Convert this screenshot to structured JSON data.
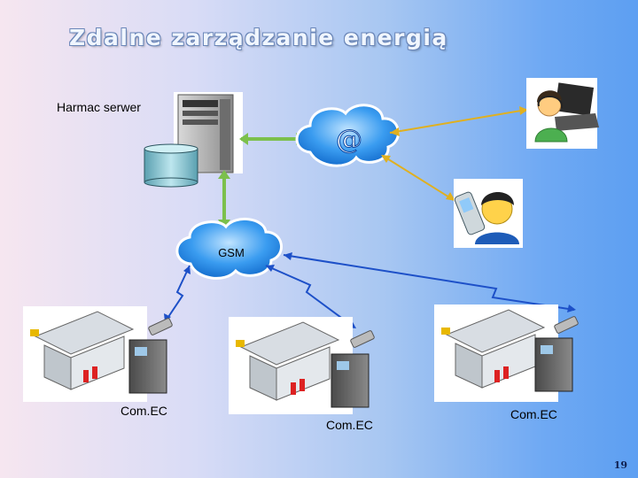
{
  "title": "Zdalne zarządzanie energią",
  "server_label": "Harmac serwer",
  "internet_symbol": "@",
  "gsm_label": "GSM",
  "sites": [
    {
      "label": "Com.EC"
    },
    {
      "label": "Com.EC"
    },
    {
      "label": "Com.EC"
    }
  ],
  "page_number": "19",
  "icons": {
    "server": "server-tower-icon",
    "database": "database-cylinder-icon",
    "internet": "internet-cloud-icon",
    "gsm": "gsm-cloud-icon",
    "pc_user": "operator-computer-icon",
    "mobile_user": "mobile-phone-user-icon",
    "building": "gas-station-building-icon",
    "controller": "controller-cabinet-icon"
  },
  "colors": {
    "cloud": "#1e88e5",
    "internet_link": "#e0b020",
    "server_link": "#7cc04c",
    "gsm_link": "#1d50c8"
  }
}
